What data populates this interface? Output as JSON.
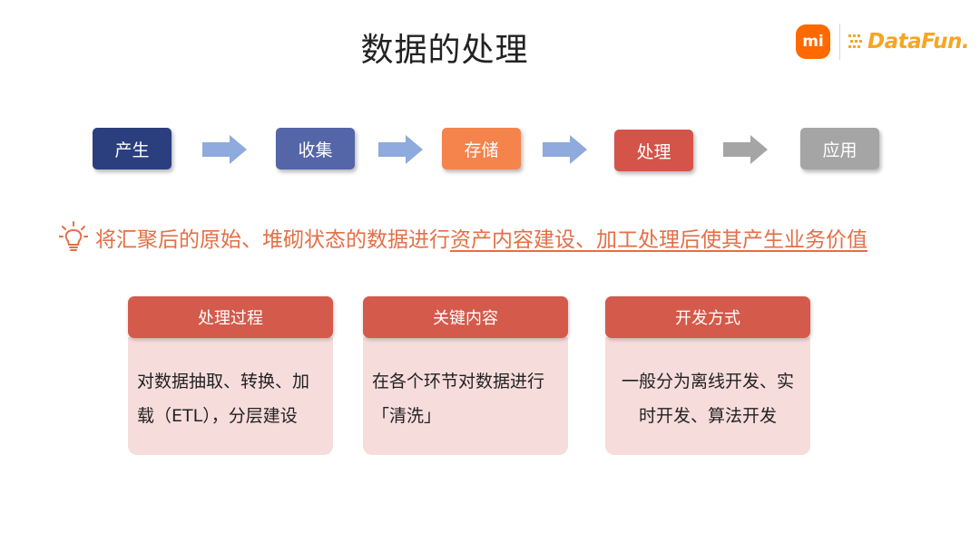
{
  "title": "数据的处理",
  "logos": {
    "mi_text": "mi",
    "datafun_text": "DataFun."
  },
  "flow": {
    "steps": [
      {
        "label": "产生",
        "color": "#2b3f7e"
      },
      {
        "label": "收集",
        "color": "#5465a8"
      },
      {
        "label": "存储",
        "color": "#f5844c"
      },
      {
        "label": "处理",
        "color": "#d4544a"
      },
      {
        "label": "应用",
        "color": "#a5a5a5"
      }
    ],
    "arrow_colors": [
      "#8faadc",
      "#8faadc",
      "#8faadc",
      "#a5a5a5"
    ]
  },
  "statement": {
    "icon": "lightbulb-icon",
    "prefix": "将汇聚后的原始、堆砌状态的数据进行",
    "underlined": "资产内容建设、加工处理后使其产生业务价值",
    "color": "#e46f46"
  },
  "cards": [
    {
      "title": "处理过程",
      "body": "对数据抽取、转换、加载（ETL），分层建设",
      "align": "left"
    },
    {
      "title": "关键内容",
      "body": "在各个环节对数据进行「清洗」",
      "align": "left"
    },
    {
      "title": "开发方式",
      "body": "一般分为离线开发、实时开发、算法开发",
      "align": "center"
    }
  ]
}
